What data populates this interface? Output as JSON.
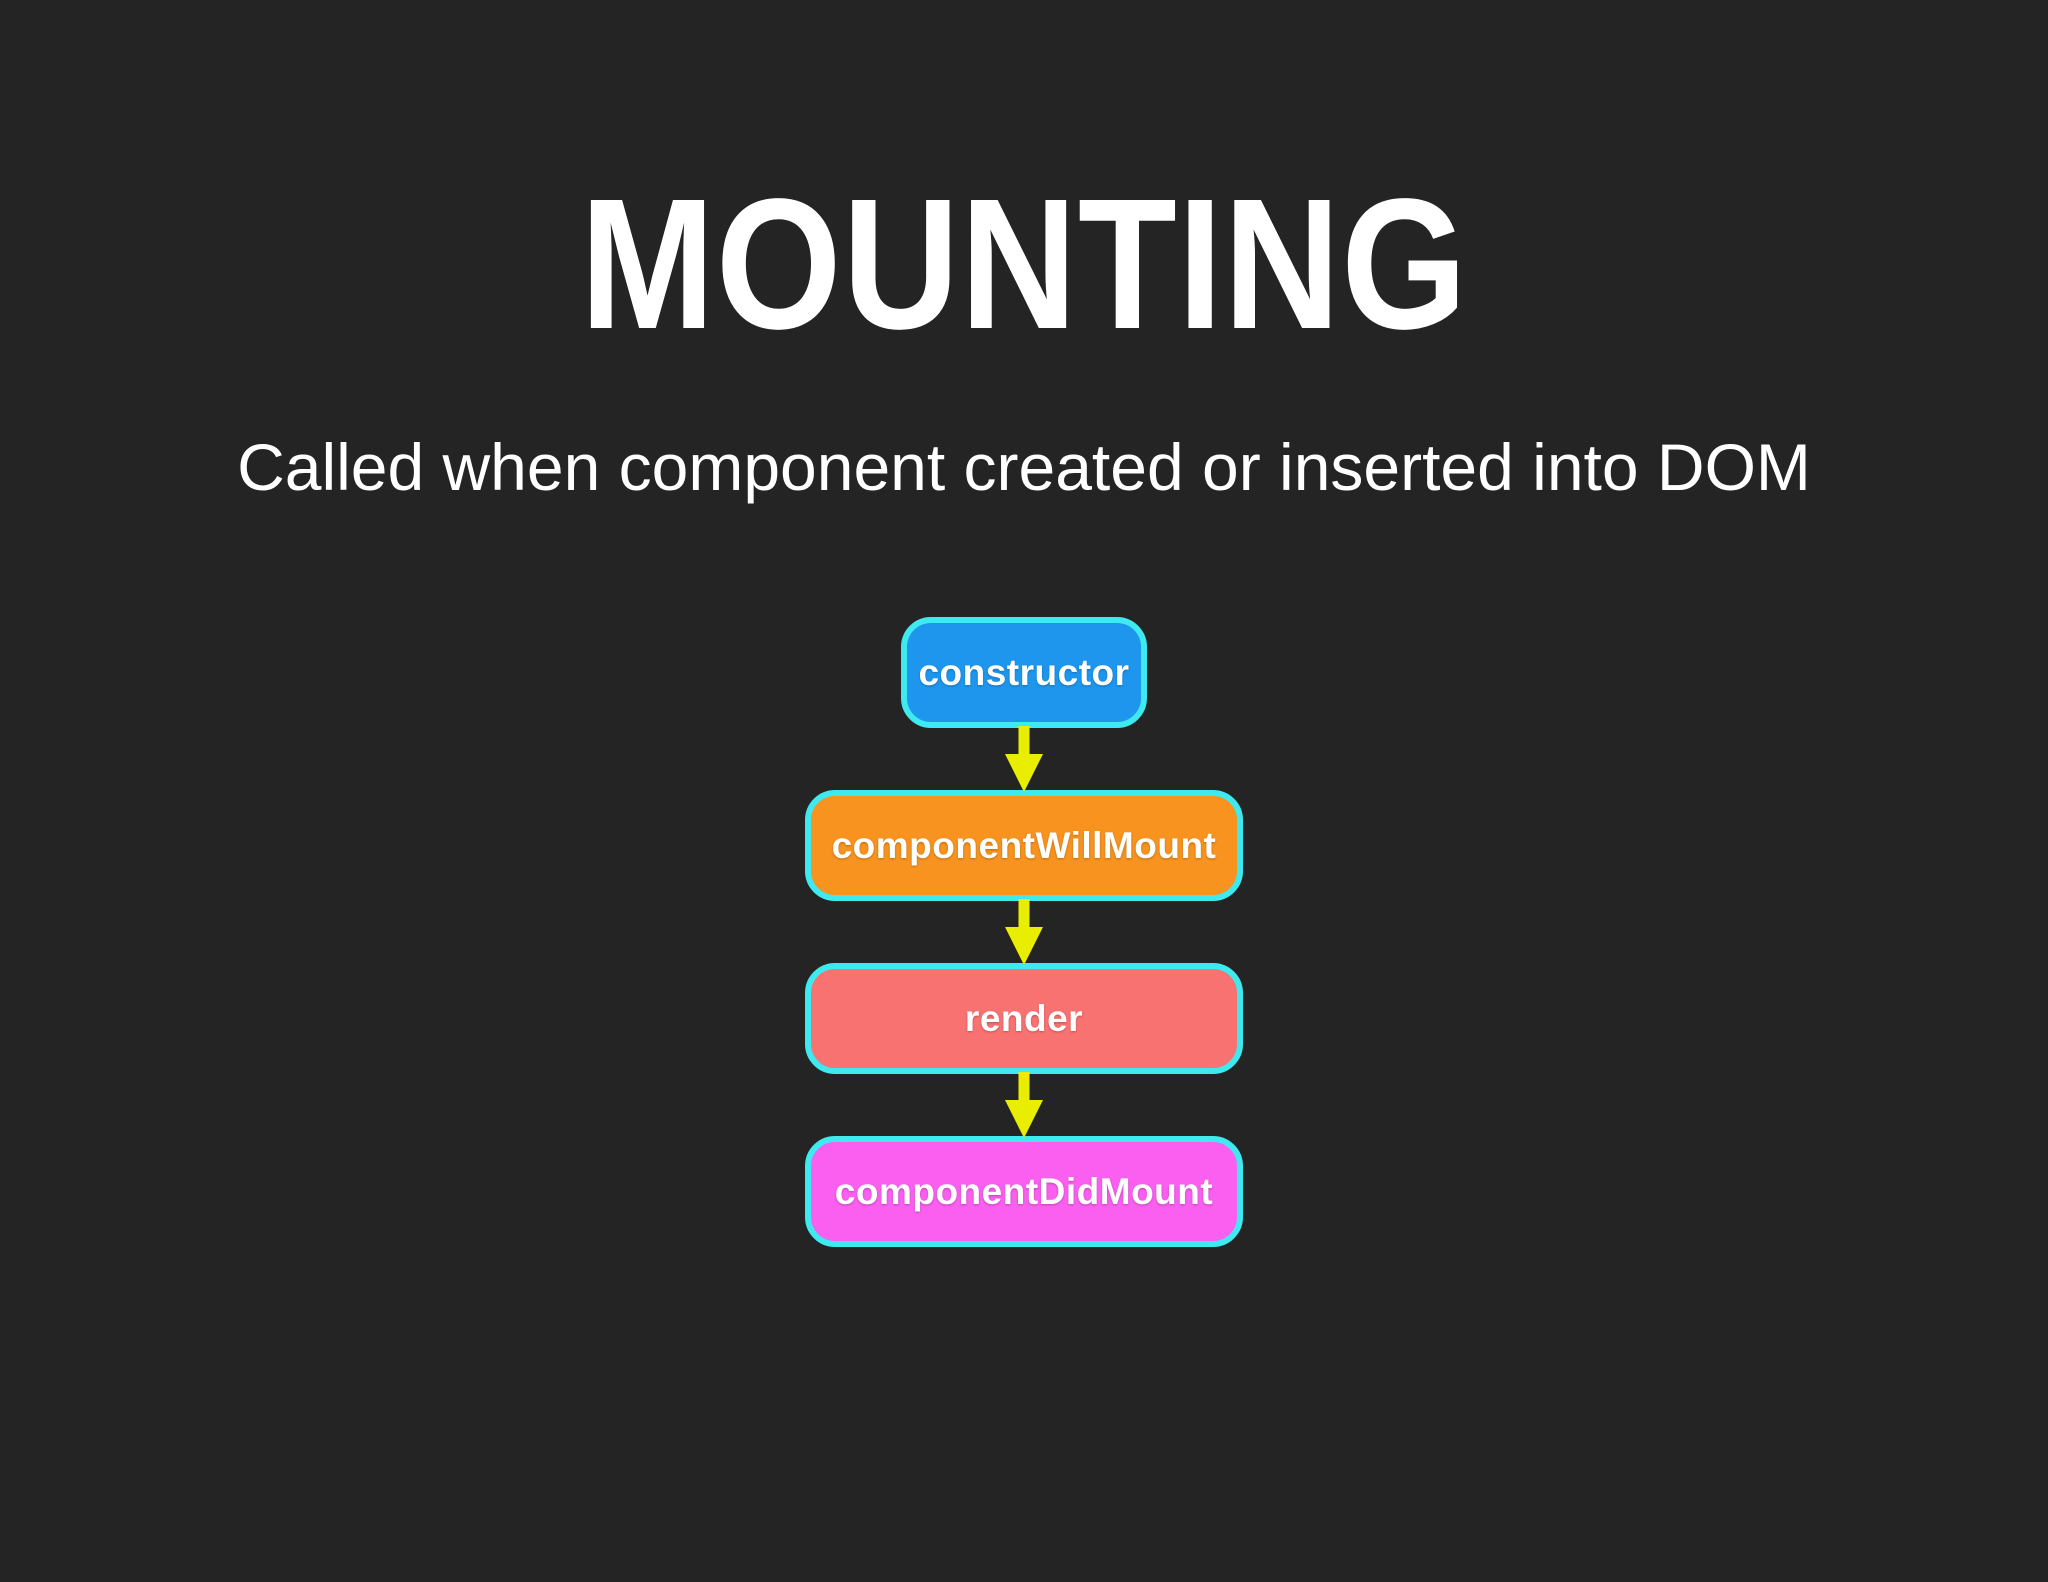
{
  "slide": {
    "title": "MOUNTING",
    "subtitle": "Called when component created or inserted into DOM"
  },
  "flowchart": {
    "nodes": [
      {
        "label": "constructor"
      },
      {
        "label": "componentWillMount"
      },
      {
        "label": "render"
      },
      {
        "label": "componentDidMount"
      }
    ],
    "flow_order": "constructor -> componentWillMount -> render -> componentDidMount"
  },
  "colors": {
    "background": "#242424",
    "text": "#ffffff",
    "node-border": "#3ee9ef",
    "arrow": "#e9ee00",
    "node-constructor": "#1e96ee",
    "node-component-will-mount": "#f7931e",
    "node-render": "#f87272",
    "node-component-did-mount": "#fa5ff0"
  }
}
